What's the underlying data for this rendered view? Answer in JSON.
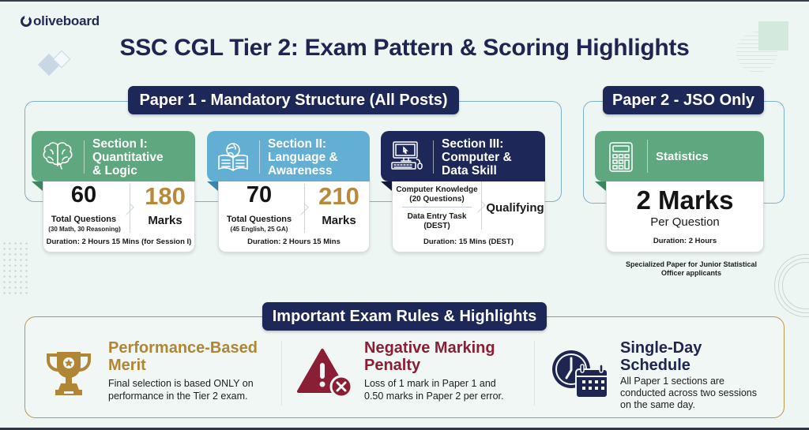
{
  "brand": {
    "logo_text": "oliveboard"
  },
  "title": "SSC CGL Tier 2: Exam Pattern & Scoring Highlights",
  "paper1": {
    "banner": "Paper 1 - Mandatory Structure (All Posts)",
    "sections": [
      {
        "title_line1": "Section I:",
        "title_line2": "Quantitative",
        "title_line3": "& Logic",
        "icon": "brain-icon",
        "questions": "60",
        "questions_label": "Total Questions",
        "questions_detail": "(30 Math, 30 Reasoning)",
        "marks": "180",
        "marks_label": "Marks",
        "duration": "Duration: 2 Hours 15 Mins (for Session I)",
        "header_color": "#5fa87f"
      },
      {
        "title_line1": "Section II:",
        "title_line2": "Language &",
        "title_line3": "Awareness",
        "icon": "globe-book-icon",
        "questions": "70",
        "questions_label": "Total Questions",
        "questions_detail": "(45 English, 25 GA)",
        "marks": "210",
        "marks_label": "Marks",
        "duration": "Duration: 2 Hours 15 Mins",
        "header_color": "#63aed3"
      },
      {
        "title_line1": "Section III:",
        "title_line2": "Computer &",
        "title_line3": "Data Skill",
        "icon": "computer-icon",
        "item1_line1": "Computer Knowledge",
        "item1_line2": "(20 Questions)",
        "item2_line1": "Data Entry Task",
        "item2_line2": "(DEST)",
        "result": "Qualifying",
        "duration": "Duration: 15 Mins (DEST)",
        "header_color": "#1d2858"
      }
    ]
  },
  "paper2": {
    "banner": "Paper 2 - JSO Only",
    "section_title": "Statistics",
    "icon": "calculator-icon",
    "marks": "2 Marks",
    "marks_label": "Per Question",
    "duration": "Duration: 2 Hours",
    "note_line1": "Specialized Paper for Junior Statistical",
    "note_line2": "Officer applicants"
  },
  "rules": {
    "banner": "Important Exam Rules & Highlights",
    "items": [
      {
        "title_line1": "Performance-Based",
        "title_line2": "Merit",
        "desc_line1": "Final selection is based ONLY on",
        "desc_line2": "performance in the Tier 2 exam.",
        "icon": "trophy-icon",
        "color": "#b08634"
      },
      {
        "title_line1": "Negative Marking",
        "title_line2": "Penalty",
        "desc_line1": "Loss of 1 mark in Paper 1 and",
        "desc_line2": "0.50 marks in Paper 2 per error.",
        "icon": "warning-icon",
        "color": "#8a1e35"
      },
      {
        "title_line1": "Single-Day",
        "title_line2": "Schedule",
        "desc_line1": "All Paper 1 sections are",
        "desc_line2": "conducted across two sessions",
        "desc_line3": "on the same day.",
        "icon": "clock-calendar-icon",
        "color": "#1d2550"
      }
    ]
  },
  "colors": {
    "navy": "#1d2858",
    "green": "#5fa87f",
    "blue": "#63aed3",
    "gold": "#b8893a",
    "maroon": "#8a1e35",
    "background": "#eef6f3"
  }
}
